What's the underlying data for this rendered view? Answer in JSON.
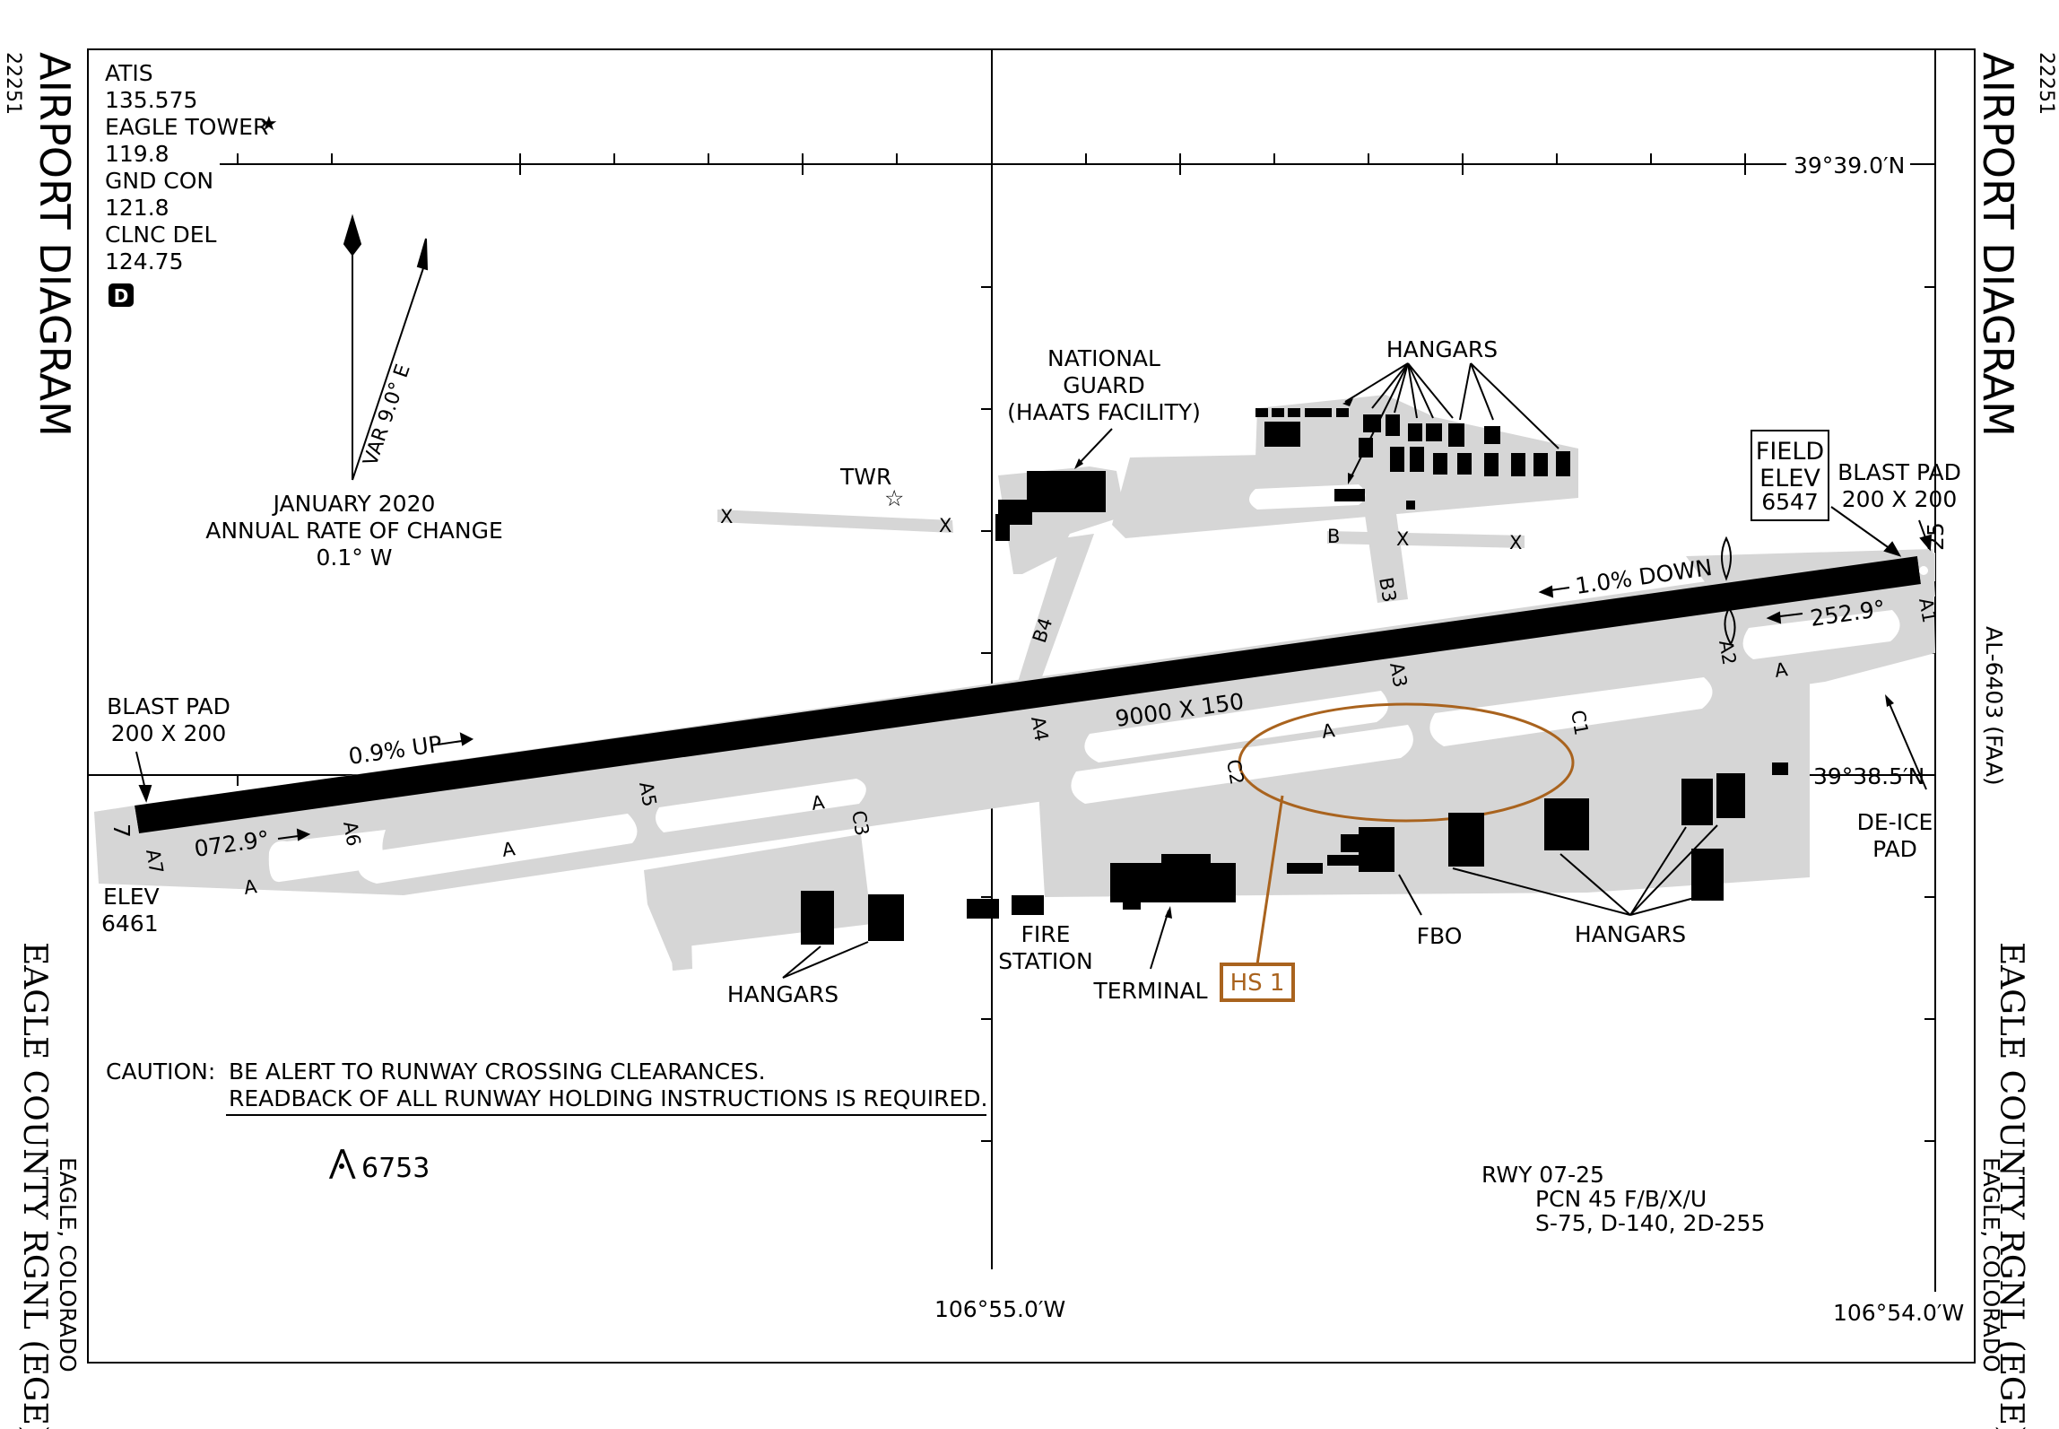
{
  "title": "AIRPORT DIAGRAM",
  "chart_number": "22251",
  "airport": {
    "name": "EAGLE COUNTY RGNL (EGE)",
    "location": "EAGLE, COLORADO",
    "al_number": "AL-6403 (FAA)"
  },
  "frequencies": {
    "atis_label": "ATIS",
    "atis": "135.575",
    "tower_label": "EAGLE TOWER",
    "tower_symbol": "★",
    "tower": "119.8",
    "ground_label": "GND CON",
    "ground": "121.8",
    "clearance_label": "CLNC DEL",
    "clearance": "124.75",
    "airspace_badge": "D"
  },
  "variation": {
    "var_label": "VAR 9.0° E",
    "line1": "JANUARY 2020",
    "line2": "ANNUAL RATE OF CHANGE",
    "line3": "0.1° W"
  },
  "coordinates": {
    "lat_top": "39°39.0′N",
    "lat_mid": "39°38.5′N",
    "lon_left": "106°55.0′W",
    "lon_right": "106°54.0′W"
  },
  "runway": {
    "end_west": "7",
    "end_east": "25",
    "dimensions": "9000 X 150",
    "heading_west": "072.9°",
    "heading_east": "252.9°",
    "slope_up": "0.9% UP",
    "slope_down": "1.0% DOWN",
    "surface": {
      "rwy": "RWY 07-25",
      "pcn": "PCN 45 F/B/X/U",
      "strength": "S-75, D-140, 2D-255"
    }
  },
  "elevations": {
    "field_line1": "FIELD",
    "field_line2": "ELEV",
    "field_value": "6547",
    "elev_label": "ELEV",
    "elev_west": "6461",
    "obstacle": "6753"
  },
  "blast_pads": {
    "west_line1": "BLAST PAD",
    "west_line2": "200 X 200",
    "east_line1": "BLAST PAD",
    "east_line2": "200 X 200"
  },
  "taxiways": {
    "A": "A",
    "A1": "A1",
    "A2": "A2",
    "A3": "A3",
    "A4": "A4",
    "A5": "A5",
    "A6": "A6",
    "A7": "A7",
    "B": "B",
    "B3": "B3",
    "B4": "B4",
    "C1": "C1",
    "C2": "C2",
    "C3": "C3",
    "X": "X"
  },
  "facilities": {
    "twr": "TWR",
    "ng_line1": "NATIONAL",
    "ng_line2": "GUARD",
    "ng_line3": "(HAATS FACILITY)",
    "hangars": "HANGARS",
    "fire_line1": "FIRE",
    "fire_line2": "STATION",
    "terminal": "TERMINAL",
    "fbo": "FBO",
    "deice_line1": "DE-ICE",
    "deice_line2": "PAD"
  },
  "hotspot": {
    "label": "HS 1",
    "color": "#a9631e"
  },
  "caution": {
    "prefix": "CAUTION:",
    "line1": "BE ALERT TO RUNWAY CROSSING CLEARANCES.",
    "line2": "READBACK OF ALL RUNWAY HOLDING INSTRUCTIONS IS REQUIRED."
  },
  "colors": {
    "pavement": "#d6d6d6",
    "runway": "#000000",
    "hotspot": "#a9631e"
  }
}
